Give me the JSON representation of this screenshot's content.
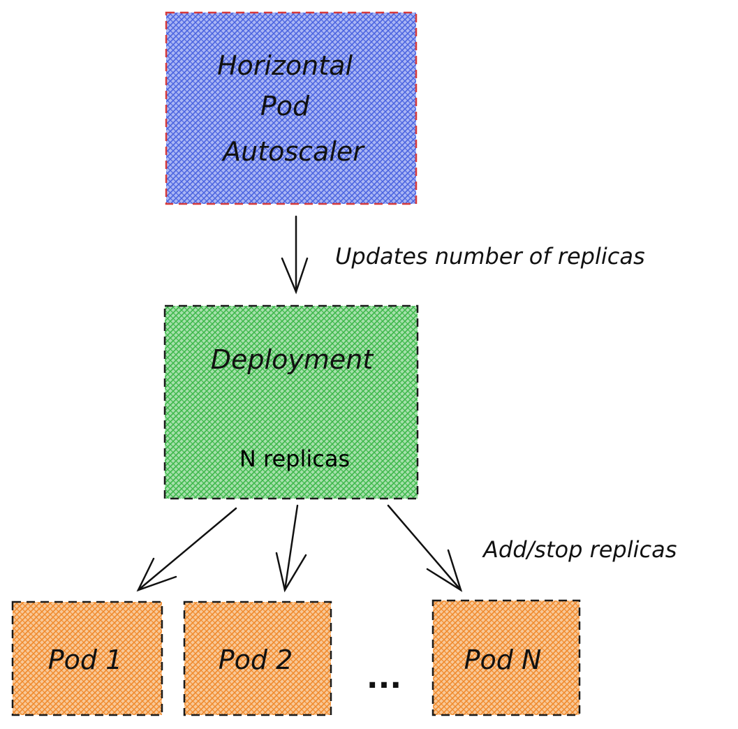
{
  "colors": {
    "hpa_fill": "#4a63e0",
    "hpa_border": "#d63a3a",
    "deployment_fill": "#3db84a",
    "deployment_border": "#1a1a1a",
    "pod_fill": "#f08a2c",
    "pod_border": "#1a1a1a",
    "arrow": "#111111"
  },
  "nodes": {
    "hpa": {
      "line1": "Horizontal",
      "line2": "Pod",
      "line3": "Autoscaler"
    },
    "deployment": {
      "title": "Deployment",
      "subtitle": "N replicas"
    },
    "pods": [
      {
        "label": "Pod 1"
      },
      {
        "label": "Pod 2"
      },
      {
        "label": "Pod N"
      }
    ],
    "ellipsis": "..."
  },
  "edges": {
    "hpa_to_deployment": "Updates number of replicas",
    "deployment_to_pods": "Add/stop replicas"
  }
}
